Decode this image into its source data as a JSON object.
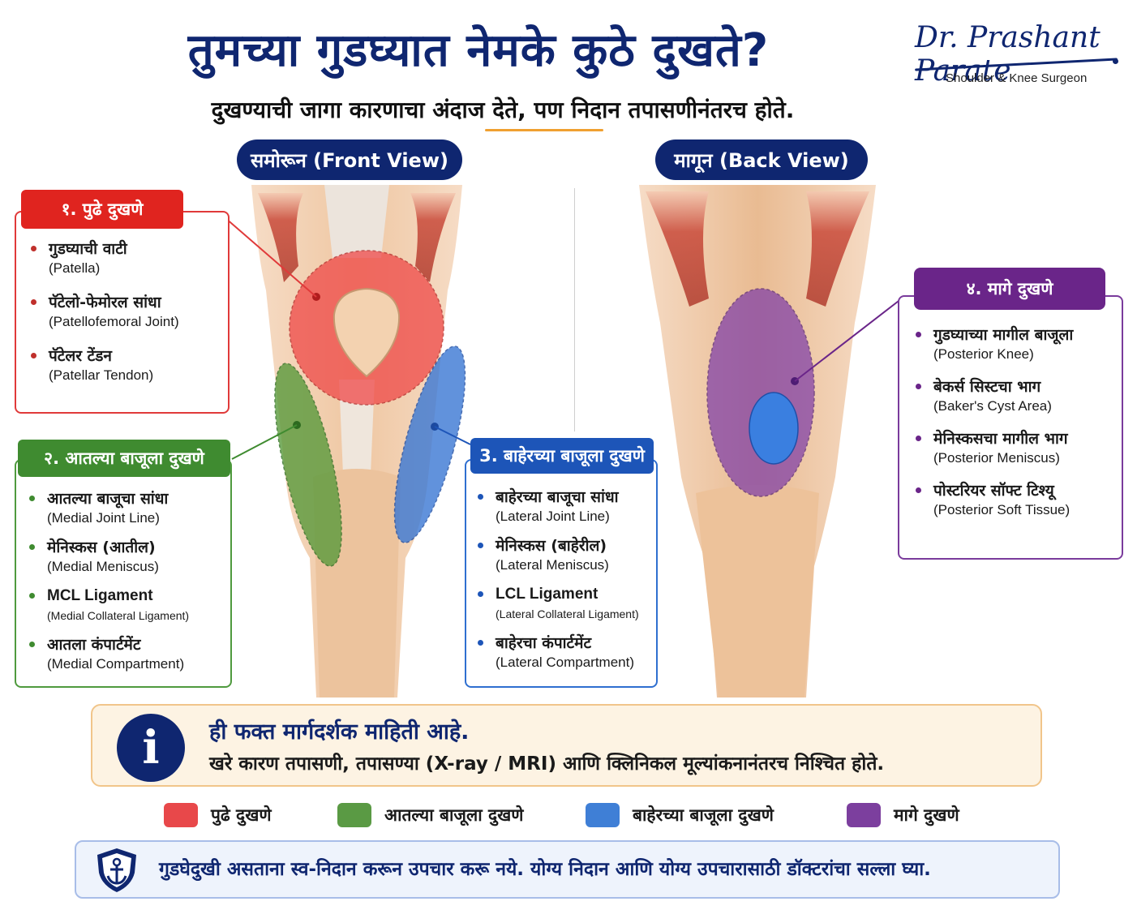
{
  "header": {
    "title": "तुमच्या गुडघ्यात नेमके कुठे दुखते?",
    "subtitle": "दुखण्याची जागा कारणाचा अंदाज देते, पण निदान तपासणीनंतरच होते."
  },
  "logo": {
    "name": "Dr. Prashant Parate",
    "tagline": "Shoulder & Knee Surgeon"
  },
  "views": {
    "front": "समोरून (Front View)",
    "back": "मागून (Back View)"
  },
  "zones": {
    "front": {
      "title": "१. पुढे दुखणे",
      "color": "#e0241f",
      "items": [
        {
          "mr": "गुडघ्याची वाटी",
          "en": "(Patella)"
        },
        {
          "mr": "पॅटेलो-फेमोरल सांधा",
          "en": "(Patellofemoral Joint)"
        },
        {
          "mr": "पॅटेलर टेंडन",
          "en": "(Patellar Tendon)"
        }
      ]
    },
    "medial": {
      "title": "२. आतल्या बाजूला दुखणे",
      "color": "#3f8b30",
      "items": [
        {
          "mr": "आतल्या बाजूचा सांधा",
          "en": "(Medial Joint Line)"
        },
        {
          "mr": "मेनिस्कस (आतील)",
          "en": "(Medial Meniscus)"
        },
        {
          "mr": "MCL Ligament",
          "en": "(Medial Collateral Ligament)"
        },
        {
          "mr": "आतला कंपार्टमेंट",
          "en": "(Medial Compartment)"
        }
      ]
    },
    "lateral": {
      "title": "3. बाहेरच्या बाजूला दुखणे",
      "color": "#1d55b8",
      "items": [
        {
          "mr": "बाहेरच्या बाजूचा सांधा",
          "en": "(Lateral Joint Line)"
        },
        {
          "mr": "मेनिस्कस (बाहेरील)",
          "en": "(Lateral Meniscus)"
        },
        {
          "mr": "LCL Ligament",
          "en": "(Lateral Collateral Ligament)"
        },
        {
          "mr": "बाहेरचा कंपार्टमेंट",
          "en": "(Lateral Compartment)"
        }
      ]
    },
    "back": {
      "title": "४. मागे दुखणे",
      "color": "#6a2589",
      "items": [
        {
          "mr": "गुडघ्याच्या मागील बाजूला",
          "en": "(Posterior Knee)"
        },
        {
          "mr": "बेकर्स सिस्टचा भाग",
          "en": "(Baker's Cyst Area)"
        },
        {
          "mr": "मेनिस्कसचा मागील भाग",
          "en": "(Posterior Meniscus)"
        },
        {
          "mr": "पोस्टरियर सॉफ्ट टिश्यू",
          "en": "(Posterior Soft Tissue)"
        }
      ]
    }
  },
  "info": {
    "icon": "info-icon",
    "title": "ही फक्त मार्गदर्शक माहिती आहे.",
    "body": "खरे कारण तपासणी, तपासण्या (X-ray / MRI) आणि क्लिनिकल मूल्यांकनानंतरच निश्चित होते."
  },
  "legend": [
    {
      "label": "पुढे दुखणे",
      "color": "#e8484a"
    },
    {
      "label": "आतल्या बाजूला दुखणे",
      "color": "#5a9a44"
    },
    {
      "label": "बाहेरच्या बाजूला दुखणे",
      "color": "#3f7fd6"
    },
    {
      "label": "मागे दुखणे",
      "color": "#7c3f9e"
    }
  ],
  "disclaimer": {
    "icon": "shield-anchor-icon",
    "text": "गुडघेदुखी असताना  स्व-निदान करून उपचार करू नये.  योग्य निदान आणि योग्य उपचारासाठी डॉक्टरांचा सल्ला घ्या."
  }
}
